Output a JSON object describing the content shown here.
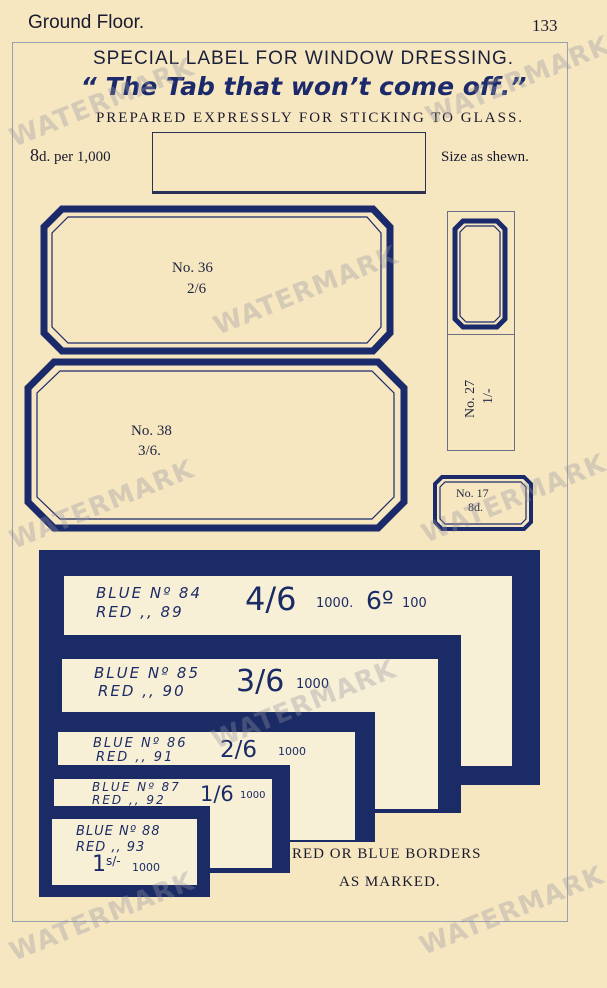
{
  "header": {
    "section": "Ground Floor.",
    "page_number": "133"
  },
  "title": "SPECIAL LABEL FOR WINDOW DRESSING.",
  "slogan": "“ The Tab that won’t come off.”",
  "subtitle": "PREPARED EXPRESSLY FOR STICKING TO GLASS.",
  "tab_offer": {
    "price_prefix": "8",
    "price_rest": "d. per 1,000",
    "size_note": "Size as shewn."
  },
  "labels": {
    "no36": {
      "number": "No. 36",
      "price": "2/6"
    },
    "no38": {
      "number": "No. 38",
      "price": "3/6."
    },
    "no27": {
      "number": "No. 27",
      "price": "1/-"
    },
    "no17": {
      "number": "No. 17",
      "price": "8d."
    }
  },
  "banners": [
    {
      "line1": "BLUE Nº 84",
      "line2": "RED  ,,  89",
      "price": "4/6",
      "qty": "1000.",
      "price2": "6º",
      "qty2": "100"
    },
    {
      "line1": "BLUE Nº 85",
      "line2": "RED  ,,  90",
      "price": "3/6",
      "qty": "1000"
    },
    {
      "line1": "BLUE Nº 86",
      "line2": "RED  ,,  91",
      "price": "2/6",
      "qty": "1000"
    },
    {
      "line1": "BLUE Nº 87",
      "line2": "RED  ,,  92",
      "price": "1/6",
      "qty": "1000"
    },
    {
      "line1": "BLUE Nº 88",
      "line2": "RED  ,,  93",
      "price": "1",
      "price_sup": "s/-",
      "qty": "1000"
    }
  ],
  "border_note": {
    "line1": "RED OR BLUE BORDERS",
    "line2": "AS MARKED."
  },
  "watermark": "WATERMARK"
}
